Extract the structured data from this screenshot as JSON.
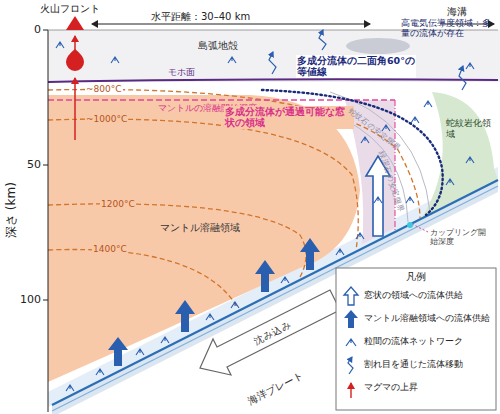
{
  "diagram": {
    "labels": [
      "火山フロント",
      "水平距離：30–40 km",
      "海溝",
      "0",
      "50",
      "100",
      "深さ (km)",
      "島弧地殻",
      "モホ面",
      "高電気伝導度領域：多量の流体が存在",
      "蛇紋岩化領域",
      "~800°C",
      "~1000°C",
      "1200°C",
      "1400°C",
      "マントルの溶融開始深度",
      "多成分流体の二面角60°の等値線",
      "多成分流体が通過可能な窓状の領域",
      "蛇紋石の安定限界",
      "緑泥石の安定限界",
      "マントル溶融領域",
      "カップリング開始深度",
      "沈み込み",
      "海洋プレート",
      "凡例"
    ],
    "legend": [
      {
        "text": "窓状の領域への流体供給"
      },
      {
        "text": "マントル溶融領域への流体供給"
      },
      {
        "text": "粒間の流体ネットワーク"
      },
      {
        "text": "割れ目を通じた流体移動"
      },
      {
        "text": "マグマの上昇"
      }
    ]
  }
}
